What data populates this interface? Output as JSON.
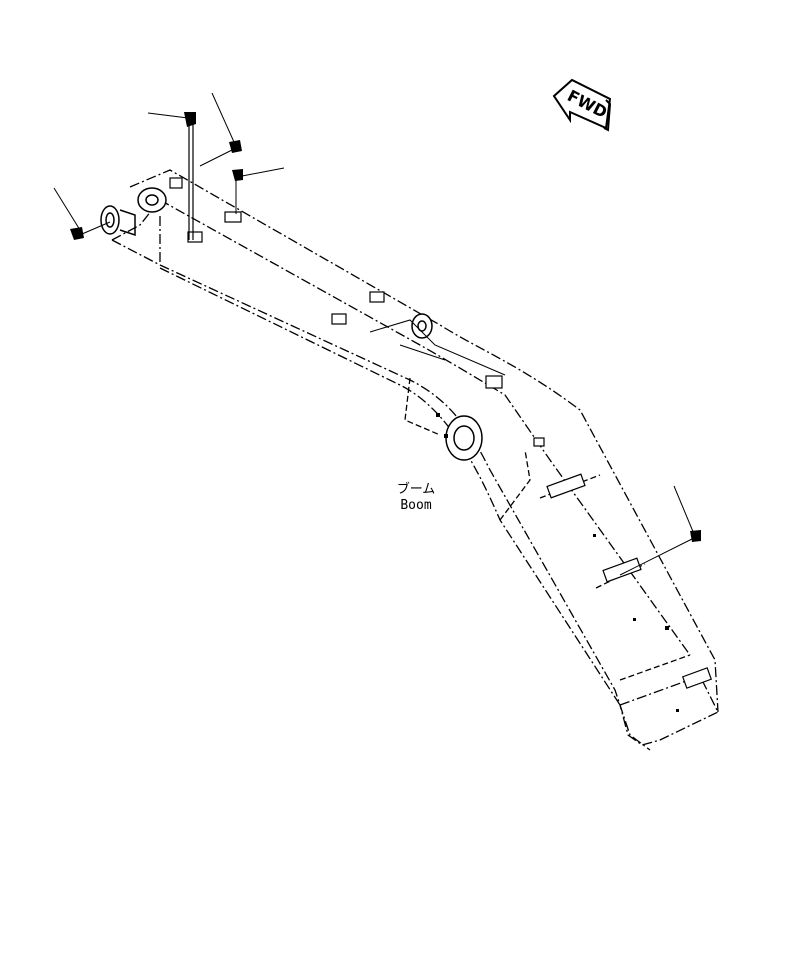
{
  "direction_arrow": {
    "label": "FWD"
  },
  "part_label": {
    "jp": "ブーム",
    "en": "Boom"
  },
  "line_color": "#000000",
  "background_color": "#ffffff"
}
